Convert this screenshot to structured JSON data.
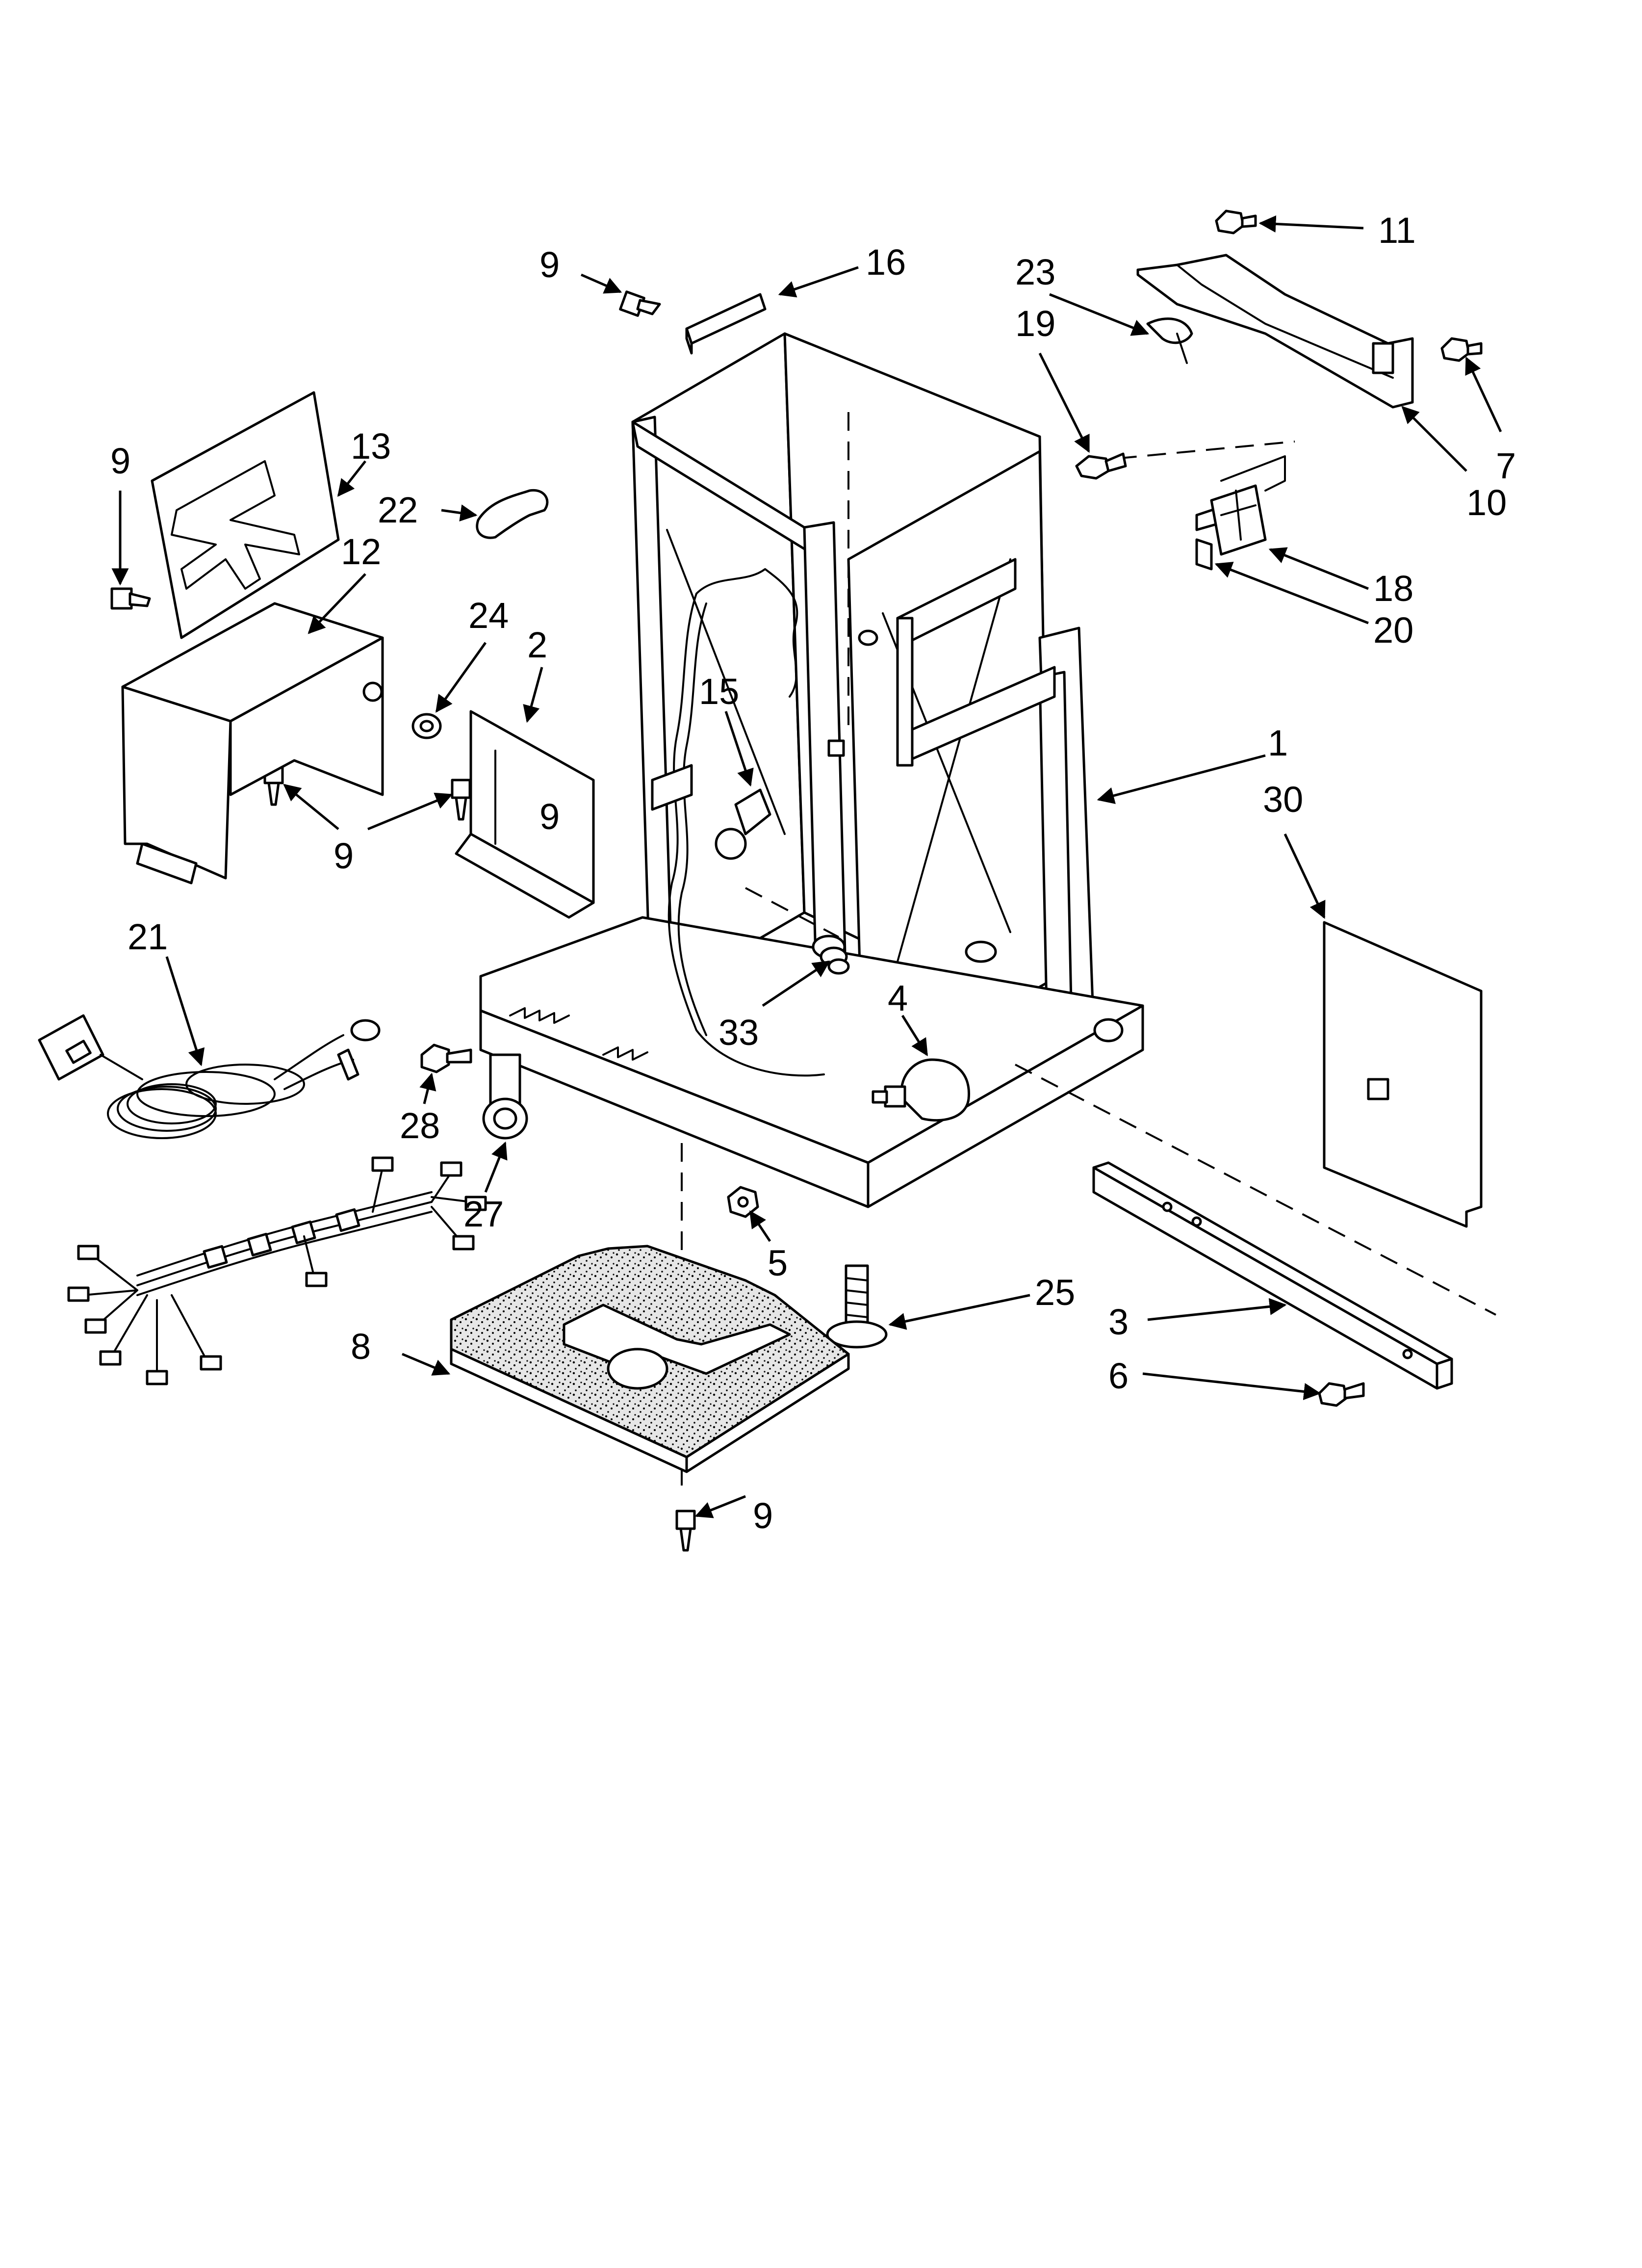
{
  "diagram": {
    "colors": {
      "line": "#000000",
      "background": "#ffffff",
      "foam": "#d9d9d9"
    },
    "callouts": [
      {
        "label": "1"
      },
      {
        "label": "2"
      },
      {
        "label": "3"
      },
      {
        "label": "4"
      },
      {
        "label": "5"
      },
      {
        "label": "6"
      },
      {
        "label": "7"
      },
      {
        "label": "8"
      },
      {
        "label": "9"
      },
      {
        "label": "9"
      },
      {
        "label": "9"
      },
      {
        "label": "9"
      },
      {
        "label": "9"
      },
      {
        "label": "10"
      },
      {
        "label": "11"
      },
      {
        "label": "12"
      },
      {
        "label": "13"
      },
      {
        "label": "15"
      },
      {
        "label": "16"
      },
      {
        "label": "18"
      },
      {
        "label": "19"
      },
      {
        "label": "20"
      },
      {
        "label": "21"
      },
      {
        "label": "22"
      },
      {
        "label": "23"
      },
      {
        "label": "24"
      },
      {
        "label": "25"
      },
      {
        "label": "27"
      },
      {
        "label": "28"
      },
      {
        "label": "30"
      },
      {
        "label": "33"
      }
    ]
  }
}
